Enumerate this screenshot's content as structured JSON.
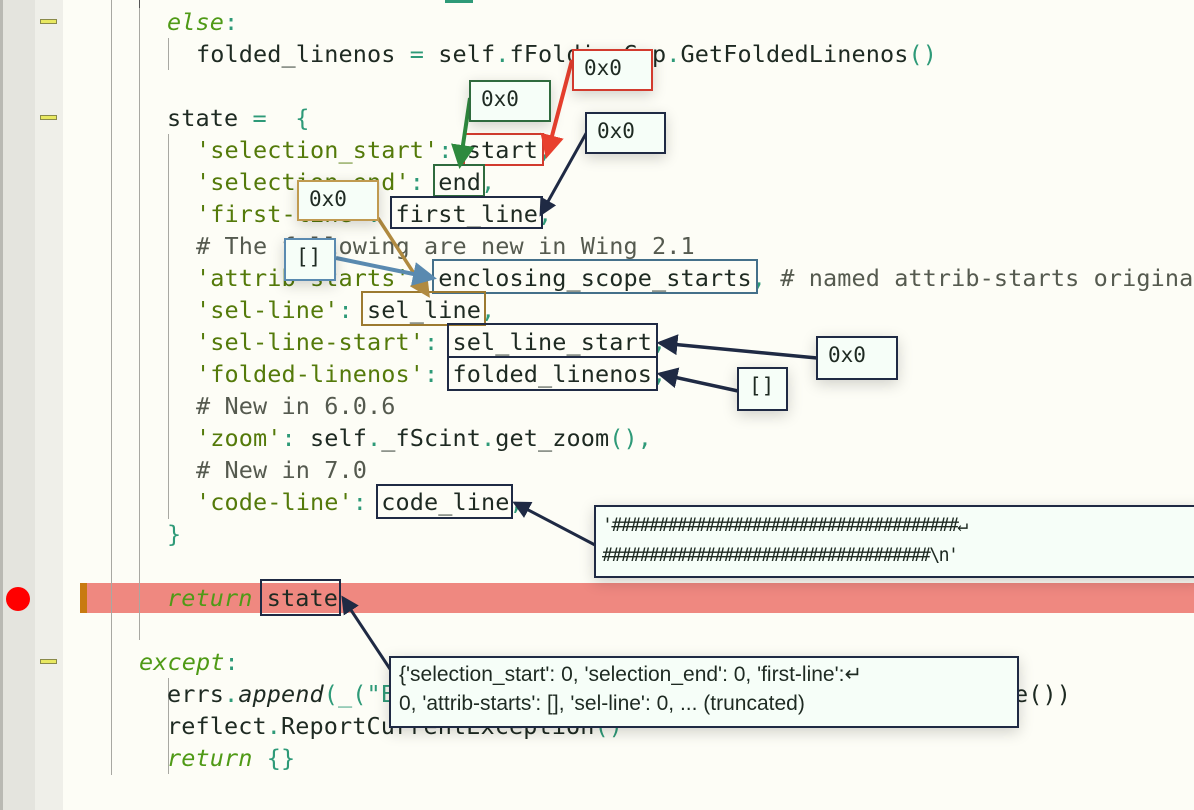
{
  "editor": {
    "colors": {
      "background": "#fdfdf6",
      "keyword": "#4f9a16",
      "string": "#547a0a",
      "operator": "#2e9a78",
      "comment": "#555a4f",
      "current_line": "#ef8880",
      "breakpoint": "#ff0000"
    },
    "lines": {
      "else_kw": "else",
      "else_colon": ":",
      "folded_lhs": "folded_linenos",
      "eq": "=",
      "folded_rhs_a": "self",
      "dot": ".",
      "folded_rhs_b": "fFoldingGap",
      "folded_rhs_c": "GetFoldedLinenos",
      "parens": "()",
      "state_lhs": "state",
      "open_brace": "{",
      "k_sel_start": "'selection_start'",
      "v_sel_start": "start",
      "k_sel_end": "'selection_end'",
      "v_sel_end": "end",
      "k_first_line": "'first-line'",
      "v_first_line": "first_line",
      "comment_wing21": "# The following are new in Wing 2.1",
      "k_attrib": "'attrib-starts'",
      "v_attrib": "enclosing_scope_starts",
      "comment_attrib": "# named attrib-starts originally",
      "k_sel_line": "'sel-line'",
      "v_sel_line": "sel_line",
      "k_sel_line_start": "'sel-line-start'",
      "v_sel_line_start": "sel_line_start",
      "k_folded": "'folded-linenos'",
      "v_folded": "folded_linenos",
      "comment_606": "# New in 6.0.6",
      "k_zoom": "'zoom'",
      "v_zoom_a": "self",
      "v_zoom_b": "_fScint",
      "v_zoom_c": "get_zoom",
      "comment_70": "# New in 7.0",
      "k_code_line": "'code-line'",
      "v_code_line": "code_line",
      "close_brace": "}",
      "colon": ":",
      "comma": ",",
      "return_kw": "return",
      "return_val": "state",
      "except_kw": "except",
      "errs_a": "errs",
      "errs_b": "append",
      "errs_c": "(_(\"E",
      "errs_tail": "e())",
      "reflect_a": "reflect",
      "reflect_b": "ReportCurrentException",
      "return2_val": "{}"
    }
  },
  "tooltips": {
    "sel_start_green": "0x0",
    "sel_start_red": "0x0",
    "first_line": "0x0",
    "sel_line": "0x0",
    "attrib_starts": "[]",
    "sel_line_start": "0x0",
    "folded_linenos": "[]",
    "code_line_1": "'#####################################↵",
    "code_line_2": "###################################\\n'",
    "state_1": "{'selection_start': 0, 'selection_end': 0, 'first-line':↵",
    "state_2": "0, 'attrib-starts': [], 'sel-line': 0, ... (truncated)"
  }
}
